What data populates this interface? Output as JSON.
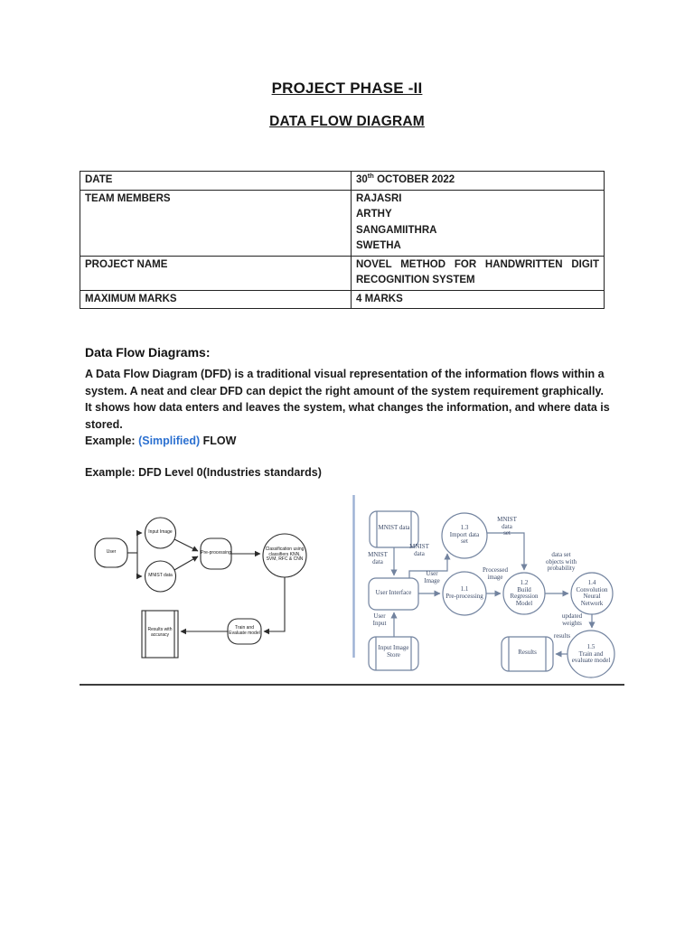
{
  "titles": {
    "main": "PROJECT PHASE -II",
    "sub": "DATA FLOW DIAGRAM"
  },
  "colors": {
    "example_highlight": "#2b70d0",
    "dfd_stroke": "#72839f",
    "dfd_edge_line": "#9db1d4"
  },
  "info_table": {
    "date_label": "DATE",
    "date_day": "30",
    "date_suffix": "th",
    "date_rest": " OCTOBER 2022",
    "team_label": "TEAM MEMBERS",
    "team_members": [
      "RAJASRI",
      "ARTHY",
      "SANGAMIITHRA",
      "SWETHA"
    ],
    "project_label": "PROJECT NAME",
    "project_value": "NOVEL METHOD FOR HANDWRITTEN DIGIT RECOGNITION SYSTEM",
    "marks_label": "MAXIMUM MARKS",
    "marks_value": "4 MARKS"
  },
  "section": {
    "heading": "Data Flow Diagrams:",
    "paragraph": "A Data Flow Diagram (DFD) is a traditional visual representation of the information flows within a system. A neat and clear DFD can depict the right amount of the system requirement graphically. It shows how data enters and leaves the system, what changes the information, and where data is stored.",
    "example1_prefix": "Example:",
    "example1_highlight": "(Simplified)",
    "example1_suffix": "FLOW",
    "example2_prefix": "Example:",
    "example2_text": "DFD Level 0(Industries standards)"
  },
  "diagram_simplified": {
    "nodes": {
      "user": "User",
      "input_image": "Input Image",
      "mnist_data": "MNIST data",
      "pre_processing": "Pre-processing",
      "classification": "Classification using\nclassifiers KNN,\nSVM, RFC & CNN",
      "train_evaluate": "Train and\nEvaluate model",
      "results": "Results with\naccuracy"
    }
  },
  "diagram_dfd0": {
    "nodes": {
      "mnist_store": "MNIST data",
      "import_set": "1.3\nImport data\nset",
      "user_interface": "User Interface",
      "pre_processing": "1.1\nPre-processing",
      "build_regression": "1.2\nBuild\nRegression\nModel",
      "conv_network": "1.4\nConvolution\nNeural\nNetwork",
      "train_evaluate": "1.5\nTrain and\nevaluate model",
      "results_store": "Results",
      "input_store": "Input Image\nStore"
    },
    "labels": {
      "mnist_data_left": "MNIST\ndata",
      "mnist_data_mid": "MNIST\ndata",
      "mnist_data_set": "MNIST\ndata\nset",
      "user_image": "User\nImage",
      "processed_image": "Processed\nimage",
      "dataset_objects": "data set\nobjects with\nprobability",
      "updated_weights": "updated\nweights",
      "results_flow": "results",
      "user_input": "User\nInput"
    }
  }
}
